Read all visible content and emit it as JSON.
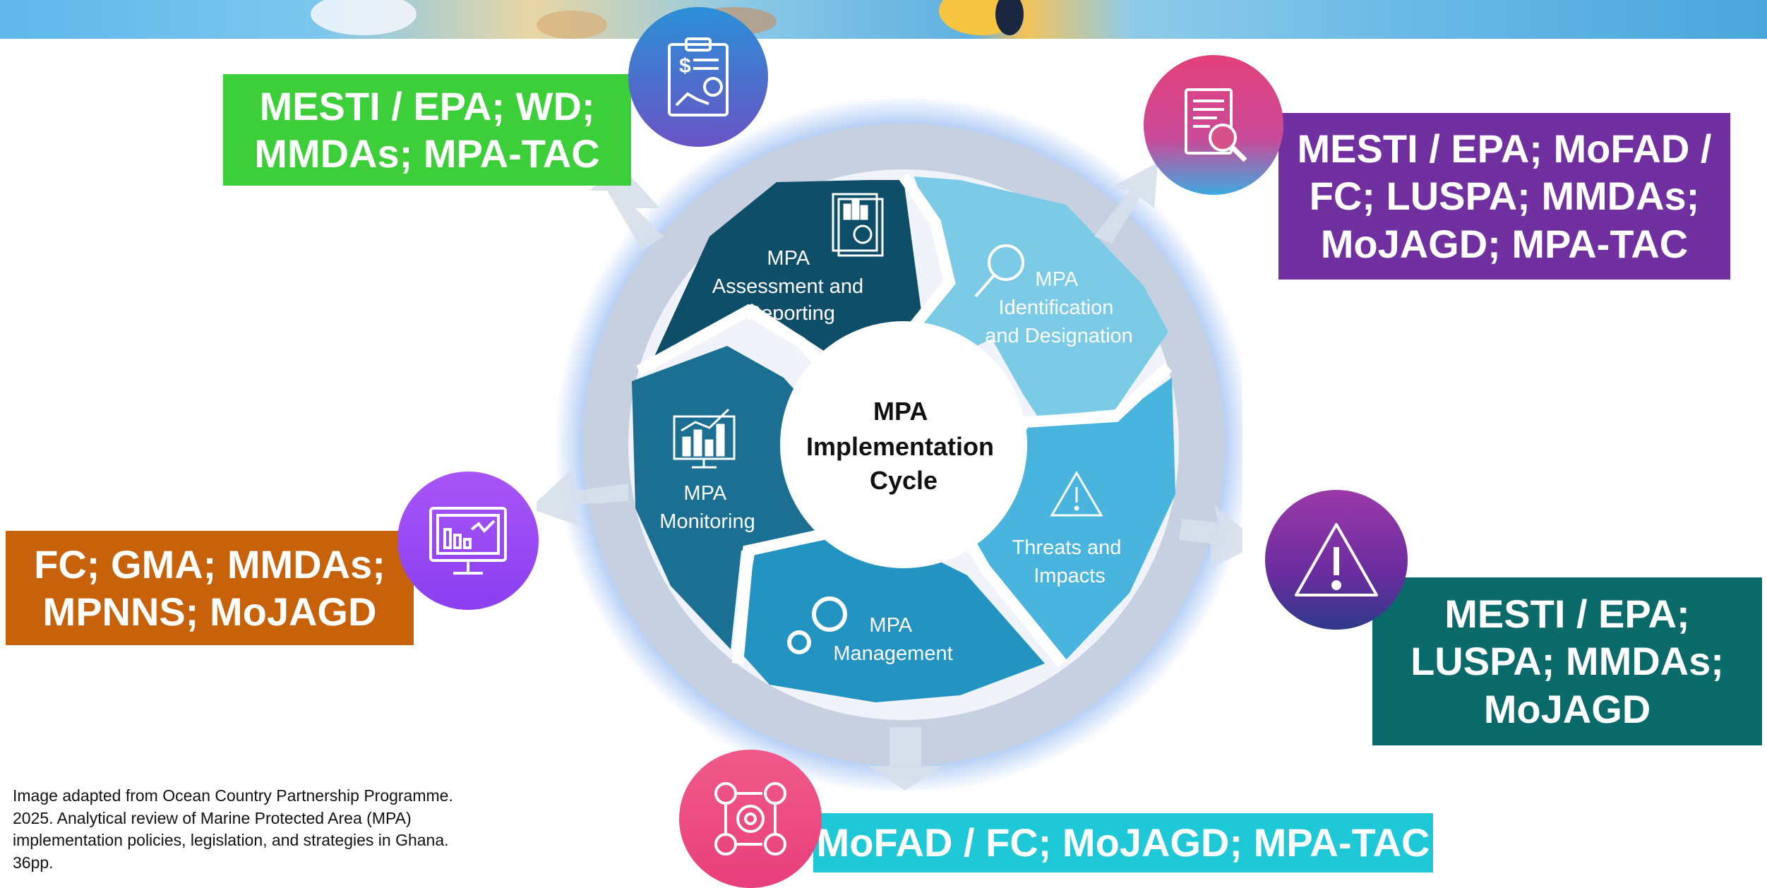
{
  "colors": {
    "green_box": "#3ccf3a",
    "purple_box": "#7030a0",
    "orange_box": "#c8620a",
    "teal_box": "#0b6b6b",
    "cyan_box": "#1fc8d6"
  },
  "cycle": {
    "center": [
      "MPA",
      "Implementation",
      "Cycle"
    ],
    "segments": {
      "assessment": [
        "MPA",
        "Assessment and",
        "Reporting"
      ],
      "identification": [
        "MPA",
        "Identification",
        "and Designation"
      ],
      "threats": [
        "Threats and",
        "Impacts"
      ],
      "management": [
        "MPA",
        "Management"
      ],
      "monitoring": [
        "MPA",
        "Monitoring"
      ]
    }
  },
  "boxes": {
    "top_left": [
      "MESTI / EPA; WD;",
      "MMDAs; MPA-TAC"
    ],
    "top_right": [
      "MESTI / EPA; MoFAD /",
      "FC; LUSPA; MMDAs;",
      "MoJAGD; MPA-TAC"
    ],
    "left": [
      "FC; GMA; MMDAs;",
      "MPNNS; MoJAGD"
    ],
    "right": [
      "MESTI / EPA;",
      "LUSPA; MMDAs;",
      "MoJAGD"
    ],
    "bottom": [
      "MoFAD / FC; MoJAGD; MPA-TAC"
    ]
  },
  "icons": {
    "top_left": "report-clipboard-icon",
    "top_right": "document-search-icon",
    "left": "monitor-dashboard-icon",
    "right": "warning-triangle-icon",
    "bottom": "management-process-icon"
  },
  "caption": "Image adapted from Ocean Country Partnership Programme. 2025. Analytical review of Marine Protected Area (MPA) implementation policies, legislation, and strategies in Ghana. 36pp."
}
